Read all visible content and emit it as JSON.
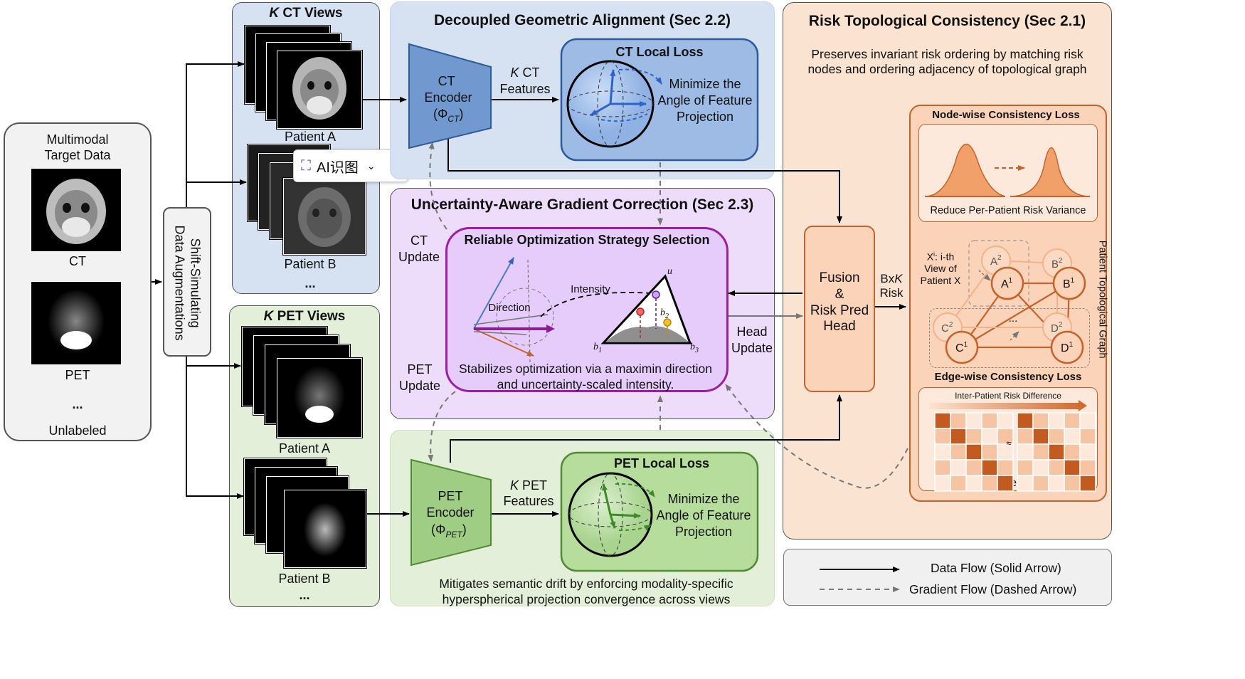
{
  "input": {
    "title_line1": "Multimodal",
    "title_line2": "Target Data",
    "ct_label": "CT",
    "pet_label": "PET",
    "ellipsis": "...",
    "unlabeled": "Unlabeled"
  },
  "augment": {
    "label_line1": "Shift-Simulating",
    "label_line2": "Data Augmentations"
  },
  "ct_views": {
    "title_k": "K",
    "title_rest": " CT Views",
    "patient_a": "Patient A",
    "patient_b": "Patient B",
    "ellipsis": "..."
  },
  "pet_views": {
    "title_k": "K",
    "title_rest": " PET Views",
    "patient_a": "Patient A",
    "patient_b": "Patient B",
    "ellipsis": "..."
  },
  "overlay_badge": {
    "label": "AI识图"
  },
  "geometric": {
    "title": "Decoupled Geometric Alignment (Sec 2.2)",
    "ct_encoder_line1": "CT",
    "ct_encoder_line2": "Encoder",
    "ct_encoder_sym": "(Φ",
    "ct_encoder_sub": "CT",
    "k_ct_features_k": "K",
    "k_ct_features_line1": " CT",
    "k_ct_features_line2": "Features",
    "ct_local_loss": "CT Local Loss",
    "minimize_line1": "Minimize the",
    "minimize_line2": "Angle of Feature",
    "minimize_line3": "Projection",
    "pet_encoder_line1": "PET",
    "pet_encoder_line2": "Encoder",
    "pet_encoder_sub": "PET",
    "k_pet_features_line1": " PET",
    "k_pet_features_line2": "Features",
    "pet_local_loss": "PET Local Loss",
    "mitigates_line1": "Mitigates semantic drift by enforcing modality-specific",
    "mitigates_line2": "hyperspherical projection convergence across views"
  },
  "uncertainty": {
    "title": "Uncertainty-Aware Gradient Correction (Sec 2.3)",
    "inner_title": "Reliable Optimization Strategy Selection",
    "ct_update_line1": "CT",
    "ct_update_line2": "Update",
    "pet_update_line1": "PET",
    "pet_update_line2": "Update",
    "head_update_line1": "Head",
    "head_update_line2": "Update",
    "direction": "Direction",
    "intensity": "Intensity",
    "u": "u",
    "b1": "b",
    "b2": "b",
    "b3": "b",
    "desc_line1": "Stabilizes optimization via a maximin direction",
    "desc_line2": "and uncertainty-scaled intensity."
  },
  "fusion": {
    "line1": "Fusion",
    "line2": "&",
    "line3": "Risk Pred",
    "line4": "Head",
    "bxk_b": "Bx",
    "bxk_k": "K",
    "risk": "Risk"
  },
  "risk": {
    "title": "Risk Topological Consistency (Sec 2.1)",
    "desc_line1": "Preserves invariant risk ordering by matching risk",
    "desc_line2": "nodes and ordering adjacency of topological graph",
    "node_loss": "Node-wise Consistency Loss",
    "reduce": "Reduce Per-Patient Risk Variance",
    "xi_line1": "X",
    "xi_line1_rest": ": i-th",
    "xi_line2": "View of",
    "xi_line3": "Patient X",
    "nodes": [
      "A",
      "B",
      "C",
      "D",
      "A",
      "B",
      "C",
      "D"
    ],
    "node_sups": [
      "1",
      "1",
      "1",
      "1",
      "2",
      "2",
      "2",
      "2"
    ],
    "graph_label": "Patient Topological Graph",
    "dots": "...",
    "edge_loss": "Edge-wise Consistency Loss",
    "inter_patient": "Inter-Patient Risk Difference",
    "approx": "≈",
    "preserve": "Preserve Pairwise Risk Ordering"
  },
  "legend": {
    "data_flow": "Data Flow (Solid Arrow)",
    "gradient_flow": "Gradient Flow (Dashed Arrow)"
  },
  "colors": {
    "ct_blue": "#d6e1f2",
    "pet_green": "#e4efd9",
    "purple": "#eedcfb",
    "peach": "#fbe3d1",
    "orange": "#c7622a"
  }
}
